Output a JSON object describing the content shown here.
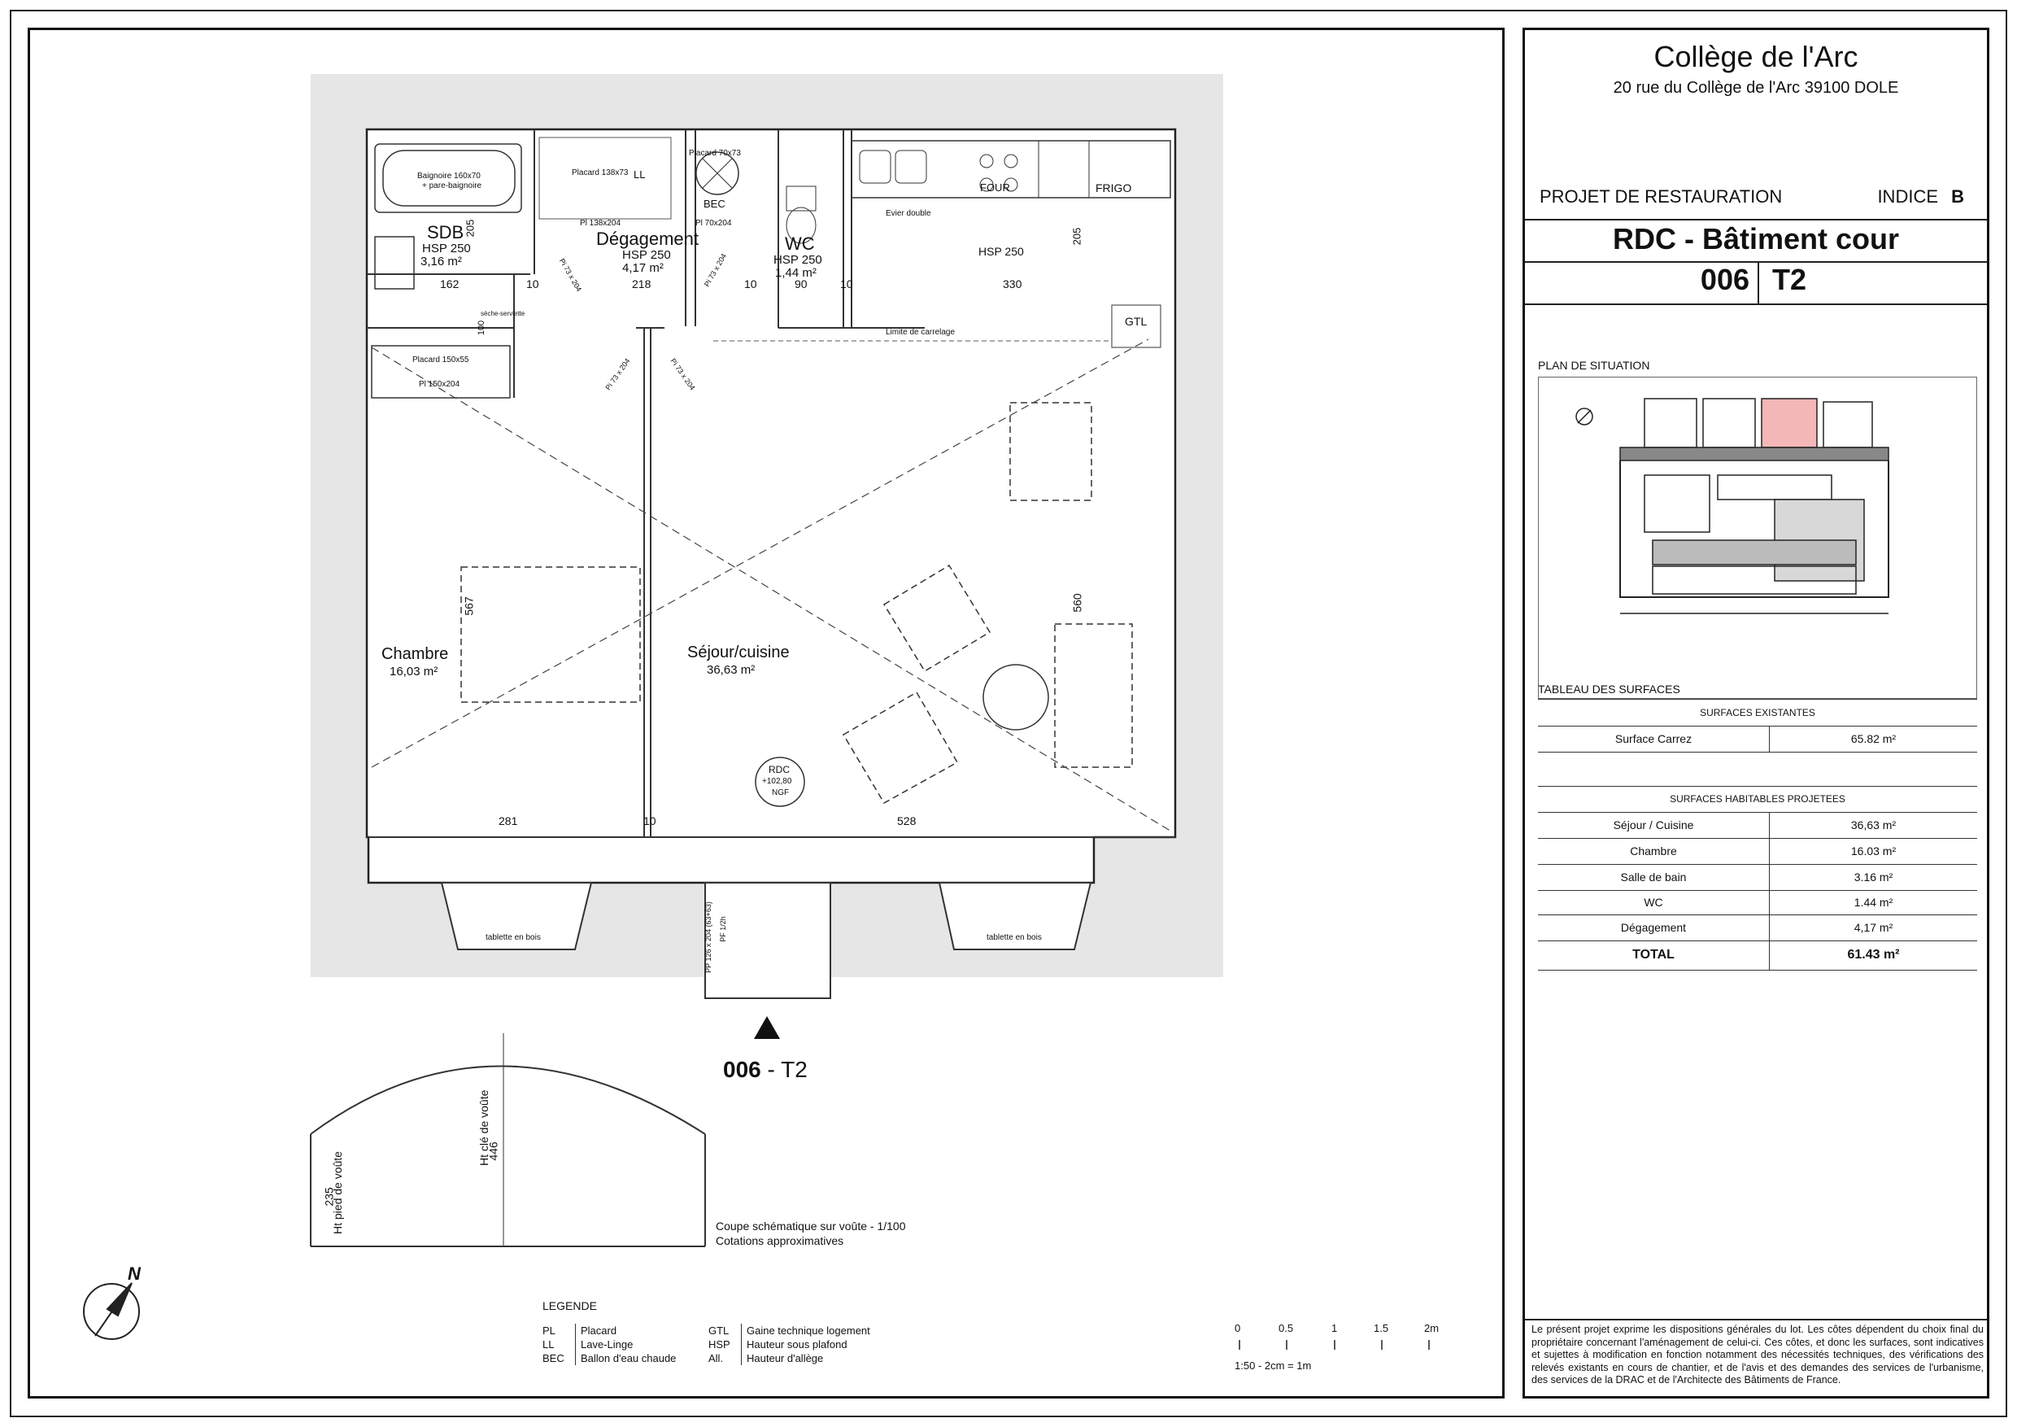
{
  "cartouche": {
    "title": "Collège de l'Arc",
    "address": "20 rue du Collège de l'Arc 39100 DOLE",
    "projet": "PROJET DE RESTAURATION",
    "indice_label": "INDICE",
    "indice_value": "B",
    "niveau": "RDC - Bâtiment cour",
    "lot_number": "006",
    "lot_type": "T2",
    "plan_situation": "PLAN DE SITUATION",
    "tableau_label": "TABLEAU DES SURFACES",
    "existantes_header": "SURFACES EXISTANTES",
    "existantes": [
      {
        "label": "Surface Carrez",
        "value": "65.82 m²"
      }
    ],
    "habitables_header": "SURFACES HABITABLES PROJETEES",
    "habitables": [
      {
        "label": "Séjour / Cuisine",
        "value": "36,63 m²"
      },
      {
        "label": "Chambre",
        "value": "16.03 m²"
      },
      {
        "label": "Salle de bain",
        "value": "3.16 m²"
      },
      {
        "label": "WC",
        "value": "1.44 m²"
      },
      {
        "label": "Dégagement",
        "value": "4,17 m²"
      }
    ],
    "total_label": "TOTAL",
    "total_value": "61.43 m²",
    "note": "Le présent projet exprime les dispositions générales du lot. Les côtes dépendent du choix final du propriétaire concernant l'aménagement de celui-ci. Ces côtes, et donc les surfaces, sont indicatives et sujettes à modification en fonction notamment des nécessités techniques, des vérifications des relevés existants en cours de chantier, et de l'avis et des demandes des services de l'urbanisme, des services de la DRAC et de l'Architecte des Bâtiments de France."
  },
  "plan": {
    "rooms": [
      {
        "name": "SDB",
        "hsp": "HSP 250",
        "area": "3,16 m²"
      },
      {
        "name": "Dégagement",
        "hsp": "HSP 250",
        "area": "4,17 m²"
      },
      {
        "name": "WC",
        "hsp": "HSP 250",
        "area": "1,44 m²"
      },
      {
        "name": "Chambre",
        "area": "16,03 m²"
      },
      {
        "name": "Séjour/cuisine",
        "area": "36,63 m²"
      }
    ],
    "kitchen_hsp": "HSP 250",
    "fixtures": {
      "baignoire": "Baignoire 160x70",
      "pare_baignoire": "+ pare-baignoire",
      "placard_ll": "Placard 138x73",
      "ll": "LL",
      "pl_138": "Pl 138x204",
      "placard_bec": "Placard 70x73",
      "bec": "BEC",
      "pl_70": "Pl 70x204",
      "evier": "Evier double",
      "four": "FOUR",
      "frigo": "FRIGO",
      "gtl": "GTL",
      "seche": "sèche-serviette",
      "placard_150": "Placard 150x55",
      "pl_150": "Pl 150x204",
      "limite": "Limite de carrelage",
      "tablette_l": "tablette en bois",
      "tablette_r": "tablette en bois",
      "door_sdb": "Pi 73 x 204",
      "door_wc": "Pi 73 x 204",
      "door_ch": "Pi 73 x 204",
      "door_sej": "Pi 73 x 204",
      "pf_main": "PP 126 x 204 (63+63)",
      "pf_main2": "PF 1/2h"
    },
    "dims": {
      "d162": "162",
      "d10a": "10",
      "d218": "218",
      "d10b": "10",
      "d90": "90",
      "d10c": "10",
      "d330": "330",
      "d205a": "205",
      "d205b": "205",
      "d567": "567",
      "d560": "560",
      "d281": "281",
      "d10d": "10",
      "d528": "528",
      "d100": "100"
    },
    "level_marker": {
      "level": "RDC",
      "alt": "+102,80",
      "ref": "NGF"
    },
    "unit_label_num": "006",
    "unit_label_rest": " - T2"
  },
  "coupe": {
    "h_cle": "446",
    "h_cle_label": "Ht clé de voûte",
    "h_pied": "235",
    "h_pied_label": "Ht pied de voûte",
    "caption1": "Coupe schématique sur voûte - 1/100",
    "caption2": "Cotations approximatives"
  },
  "legende": {
    "title": "LEGENDE",
    "col1": [
      {
        "abbr": "PL",
        "text": "Placard"
      },
      {
        "abbr": "LL",
        "text": "Lave-Linge"
      },
      {
        "abbr": "BEC",
        "text": "Ballon d'eau chaude"
      }
    ],
    "col2": [
      {
        "abbr": "GTL",
        "text": "Gaine technique logement"
      },
      {
        "abbr": "HSP",
        "text": "Hauteur sous plafond"
      },
      {
        "abbr": "All.",
        "text": "Hauteur d'allège"
      }
    ]
  },
  "scale": {
    "ticks": [
      "0",
      "0.5",
      "1",
      "1.5",
      "2m"
    ],
    "caption": "1:50 - 2cm = 1m"
  },
  "north_label": "N"
}
